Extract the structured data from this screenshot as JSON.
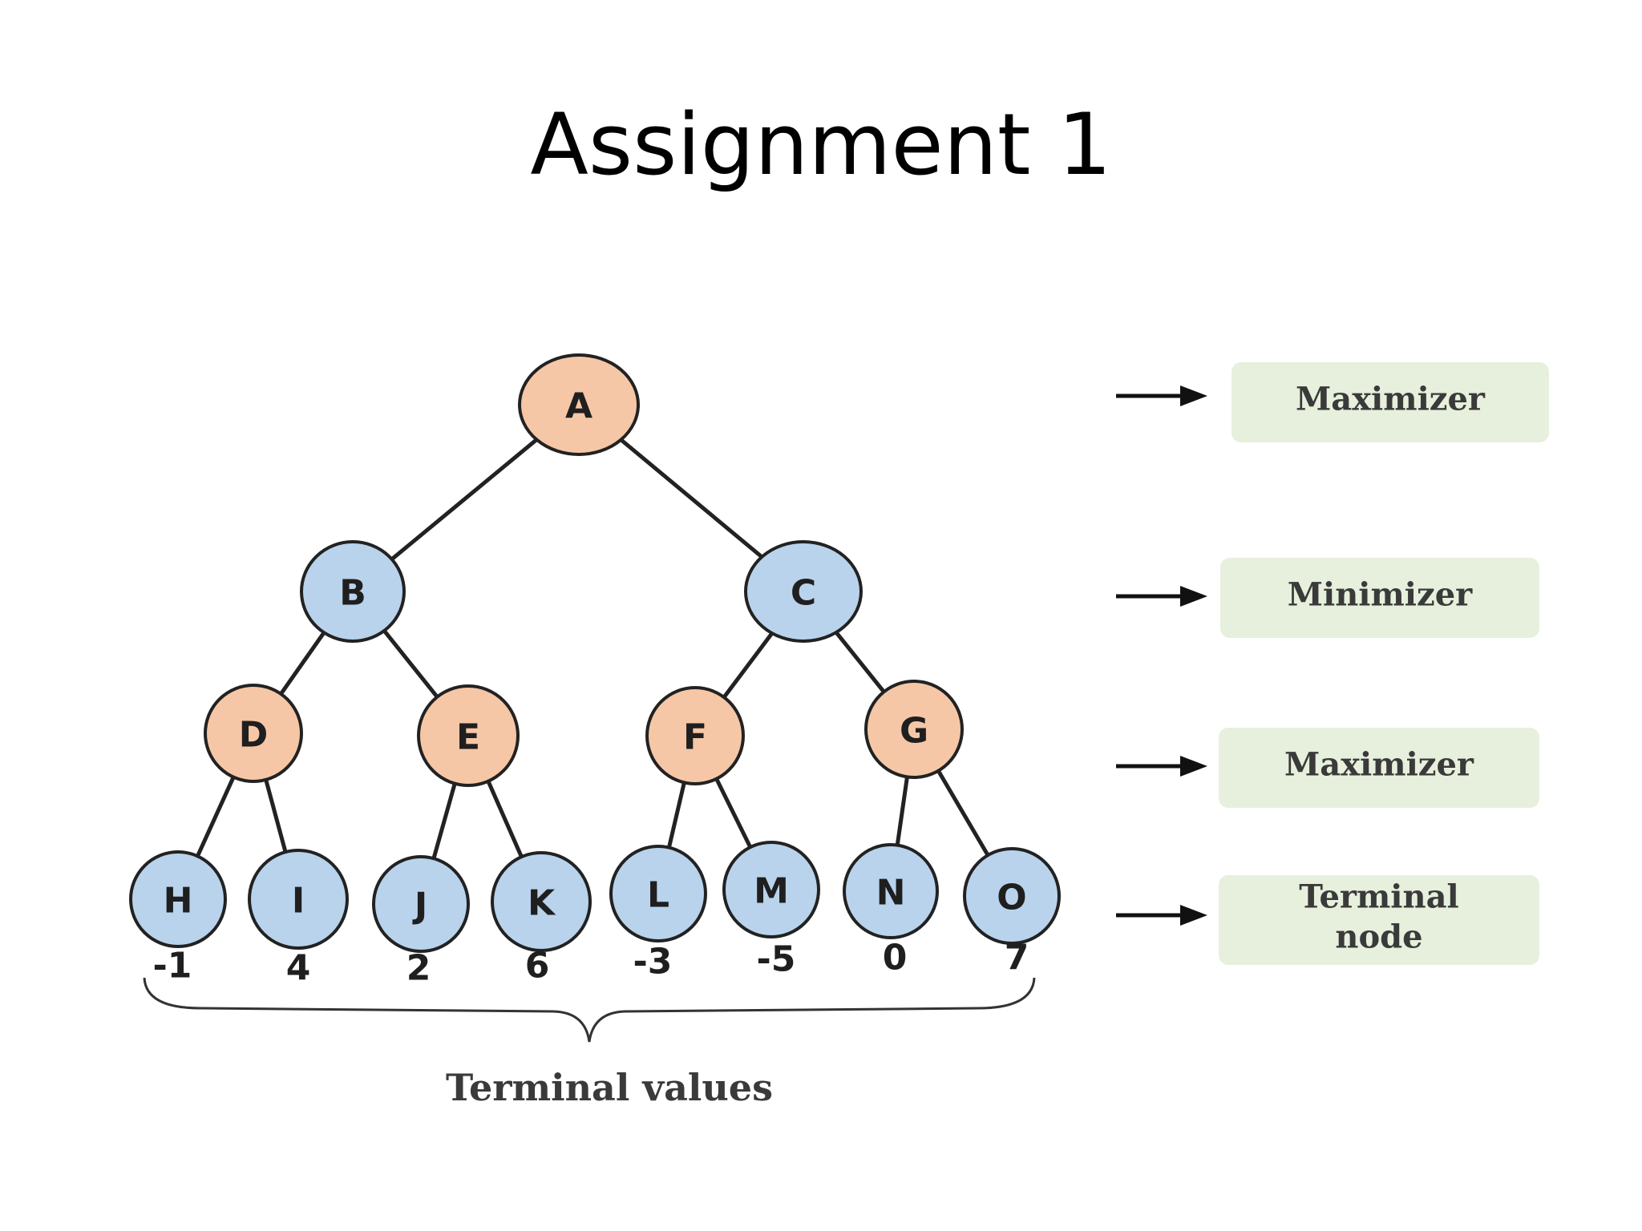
{
  "slide": {
    "title": "Assignment 1"
  },
  "colors": {
    "max_node": "#f6c7a6",
    "min_node": "#b9d3ec",
    "terminal_node": "#b9d3ec",
    "legend_bg": "#e6f0dc"
  },
  "tree": {
    "nodes": [
      {
        "id": "A",
        "label": "A",
        "level": "max"
      },
      {
        "id": "B",
        "label": "B",
        "level": "min"
      },
      {
        "id": "C",
        "label": "C",
        "level": "min"
      },
      {
        "id": "D",
        "label": "D",
        "level": "max"
      },
      {
        "id": "E",
        "label": "E",
        "level": "max"
      },
      {
        "id": "F",
        "label": "F",
        "level": "max"
      },
      {
        "id": "G",
        "label": "G",
        "level": "max"
      },
      {
        "id": "H",
        "label": "H",
        "level": "terminal",
        "value": "-1"
      },
      {
        "id": "I",
        "label": "I",
        "level": "terminal",
        "value": "4"
      },
      {
        "id": "J",
        "label": "J",
        "level": "terminal",
        "value": "2"
      },
      {
        "id": "K",
        "label": "K",
        "level": "terminal",
        "value": "6"
      },
      {
        "id": "L",
        "label": "L",
        "level": "terminal",
        "value": "-3"
      },
      {
        "id": "M",
        "label": "M",
        "level": "terminal",
        "value": "-5"
      },
      {
        "id": "N",
        "label": "N",
        "level": "terminal",
        "value": "0"
      },
      {
        "id": "O",
        "label": "O",
        "level": "terminal",
        "value": "7"
      }
    ],
    "edges": [
      [
        "A",
        "B"
      ],
      [
        "A",
        "C"
      ],
      [
        "B",
        "D"
      ],
      [
        "B",
        "E"
      ],
      [
        "C",
        "F"
      ],
      [
        "C",
        "G"
      ],
      [
        "D",
        "H"
      ],
      [
        "D",
        "I"
      ],
      [
        "E",
        "J"
      ],
      [
        "E",
        "K"
      ],
      [
        "F",
        "L"
      ],
      [
        "F",
        "M"
      ],
      [
        "G",
        "N"
      ],
      [
        "G",
        "O"
      ]
    ]
  },
  "legend": [
    {
      "lines": [
        "Maximizer"
      ]
    },
    {
      "lines": [
        "Minimizer"
      ]
    },
    {
      "lines": [
        "Maximizer"
      ]
    },
    {
      "lines": [
        "Terminal",
        "node"
      ]
    }
  ],
  "brace_label": "Terminal values"
}
